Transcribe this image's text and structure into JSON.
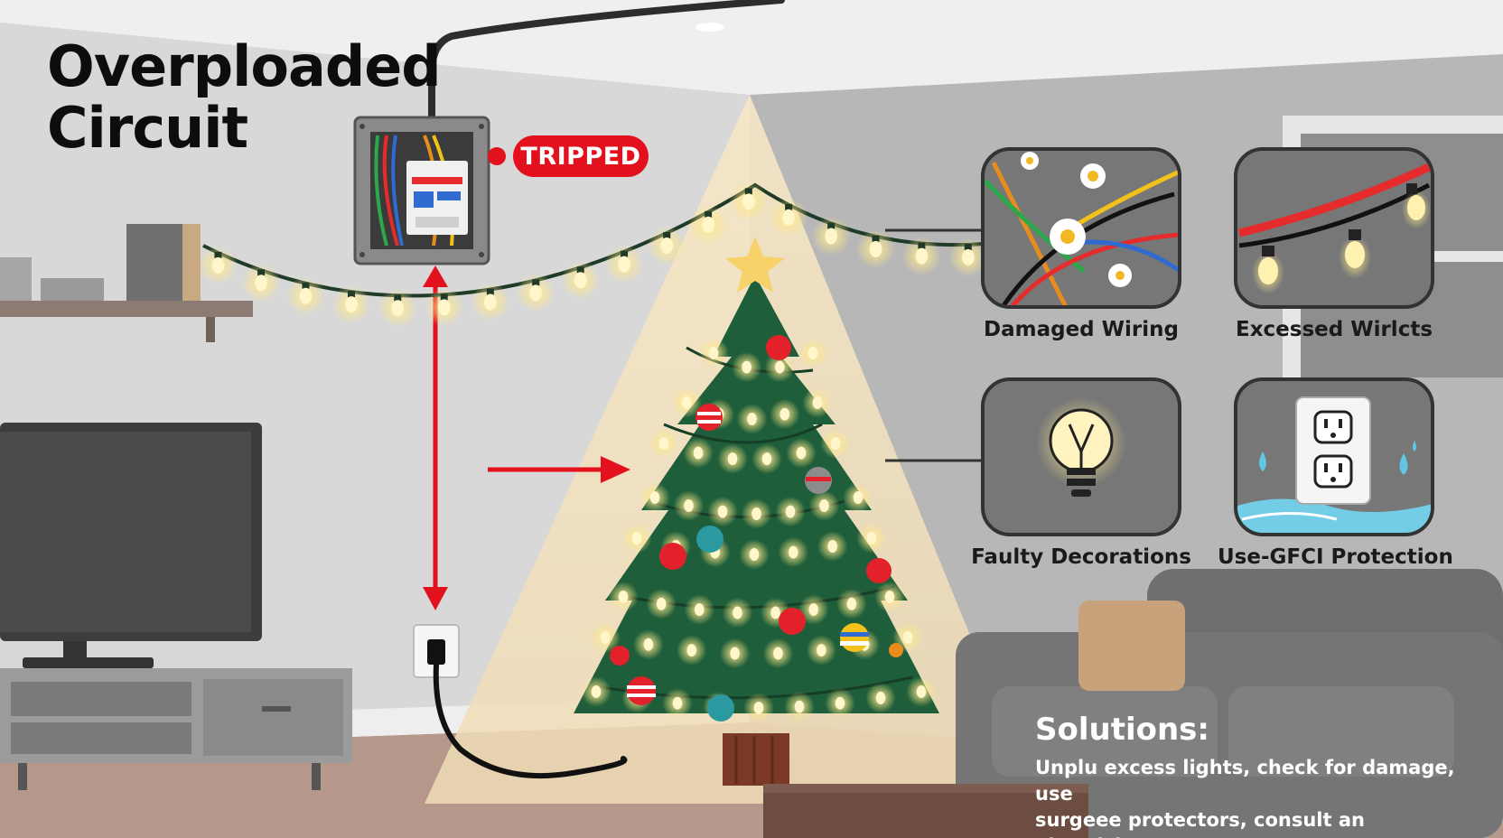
{
  "title": {
    "line1": "Overploaded",
    "line2": "Circuit"
  },
  "status_badge": {
    "label": "TRIPPED",
    "color": "#e3111d"
  },
  "cards": [
    {
      "label": "Damaged Wiring",
      "icon": "damaged-wiring-icon"
    },
    {
      "label": "Excessed Wirlcts",
      "icon": "string-lights-icon"
    },
    {
      "label": "Faulty Decorations",
      "icon": "light-bulb-icon"
    },
    {
      "label": "Use-GFCI Protection",
      "icon": "gfci-outlet-icon"
    }
  ],
  "solutions": {
    "heading": "Solutions:",
    "line1": "Unplu excess lights, check for damage, use",
    "line2": "surgeee protectors, consult an electrician."
  },
  "colors": {
    "alert_red": "#e3111d",
    "tree_green": "#1f5e3a",
    "light_glow": "#fff3c0",
    "wall_gray": "#d9d9d9",
    "card_gray": "#777777"
  }
}
